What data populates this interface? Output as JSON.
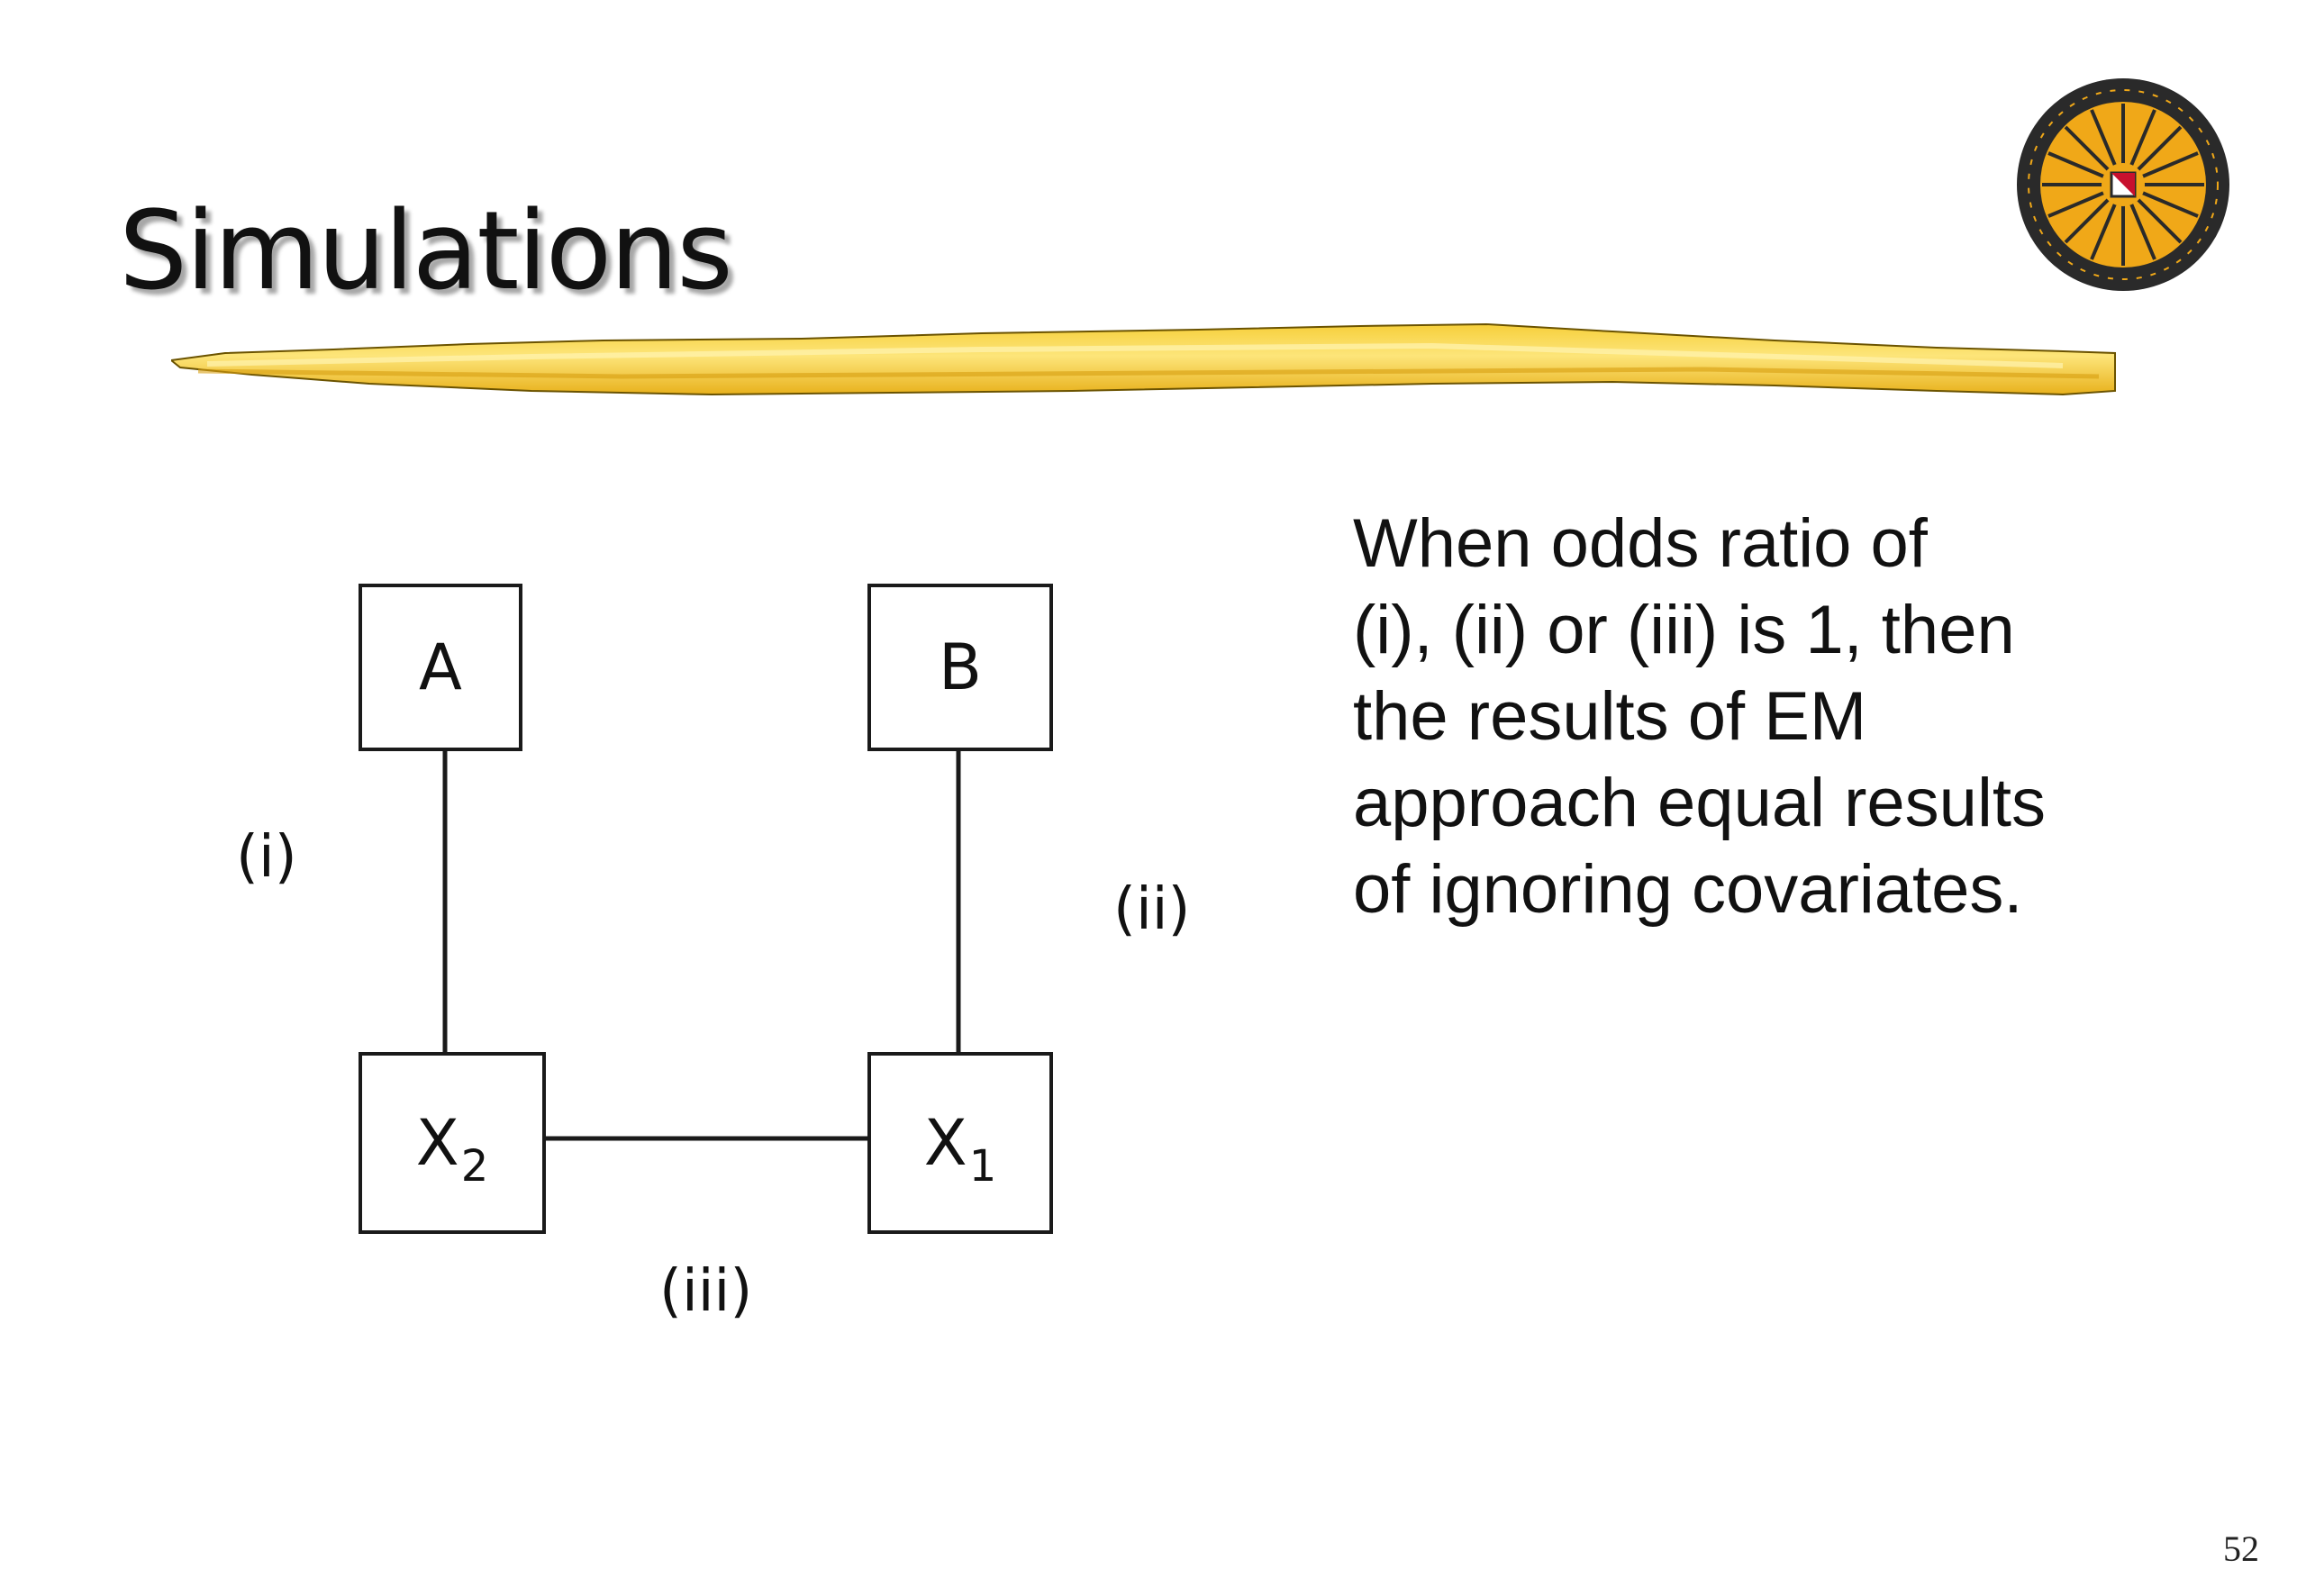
{
  "slide": {
    "title": "Simulations",
    "page_number": "52"
  },
  "diagram": {
    "nodes": [
      {
        "id": "A",
        "label": "A",
        "subscript": ""
      },
      {
        "id": "B",
        "label": "B",
        "subscript": ""
      },
      {
        "id": "X2",
        "label": "X",
        "subscript": "2"
      },
      {
        "id": "X1",
        "label": "X",
        "subscript": "1"
      }
    ],
    "edges": [
      {
        "from": "A",
        "to": "X2",
        "label": "(i)"
      },
      {
        "from": "B",
        "to": "X1",
        "label": "(ii)"
      },
      {
        "from": "X2",
        "to": "X1",
        "label": "(iii)"
      }
    ]
  },
  "body": {
    "lines": [
      "When odds ratio of",
      "(i), (ii) or (iii) is 1, then",
      "the results of EM",
      "approach equal results",
      "of ignoring covariates."
    ]
  },
  "colors": {
    "brush_yellow": "#f2c230",
    "brush_highlight": "#fde57a",
    "seal_orange": "#f0a818",
    "seal_dark": "#2a2a2a",
    "seal_red": "#c8102e"
  }
}
